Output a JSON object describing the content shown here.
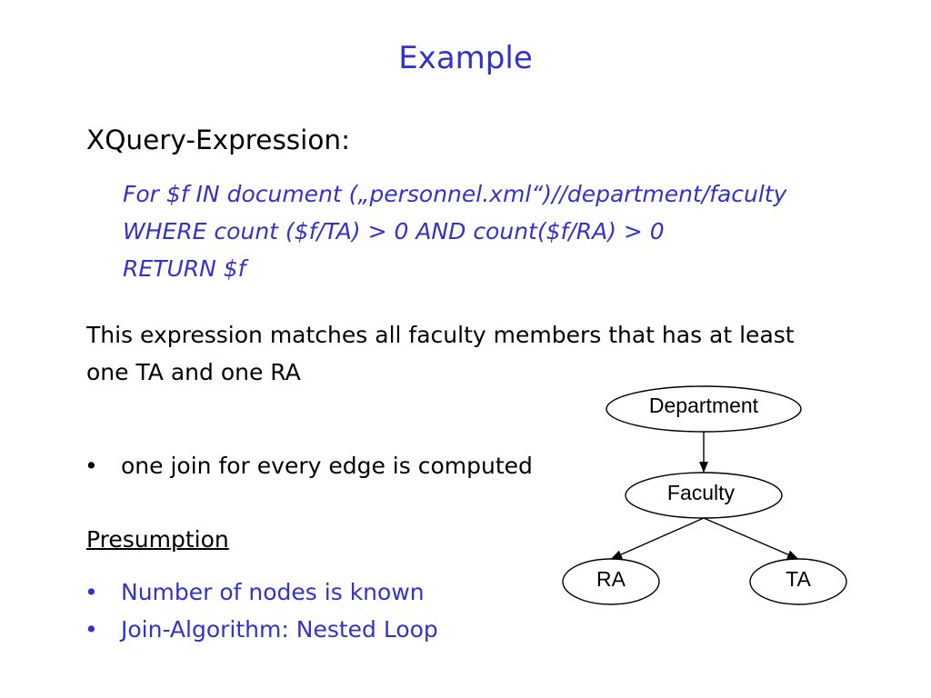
{
  "slide": {
    "title": "Example",
    "query_heading": "XQuery-Expression:",
    "query_lines": [
      "For $f IN document („personnel.xml“)//department/faculty",
      "WHERE count ($f/TA) > 0 AND count($f/RA) > 0",
      "RETURN $f"
    ],
    "description_lines": [
      "This expression matches all faculty members that has at least",
      "one TA and one RA"
    ],
    "bullet_marker": "•",
    "notes": [
      "one join for every edge is computed"
    ],
    "presumption_heading": "Presumption",
    "presumptions": [
      "Number of nodes is known",
      "Join-Algorithm: Nested Loop"
    ]
  },
  "diagram": {
    "nodes": [
      "Department",
      "Faculty",
      "RA",
      "TA"
    ],
    "edges": [
      [
        0,
        1
      ],
      [
        1,
        2
      ],
      [
        1,
        3
      ]
    ]
  },
  "colors": {
    "accent": "#3333cc",
    "ink": "#000000",
    "background": "#ffffff"
  }
}
